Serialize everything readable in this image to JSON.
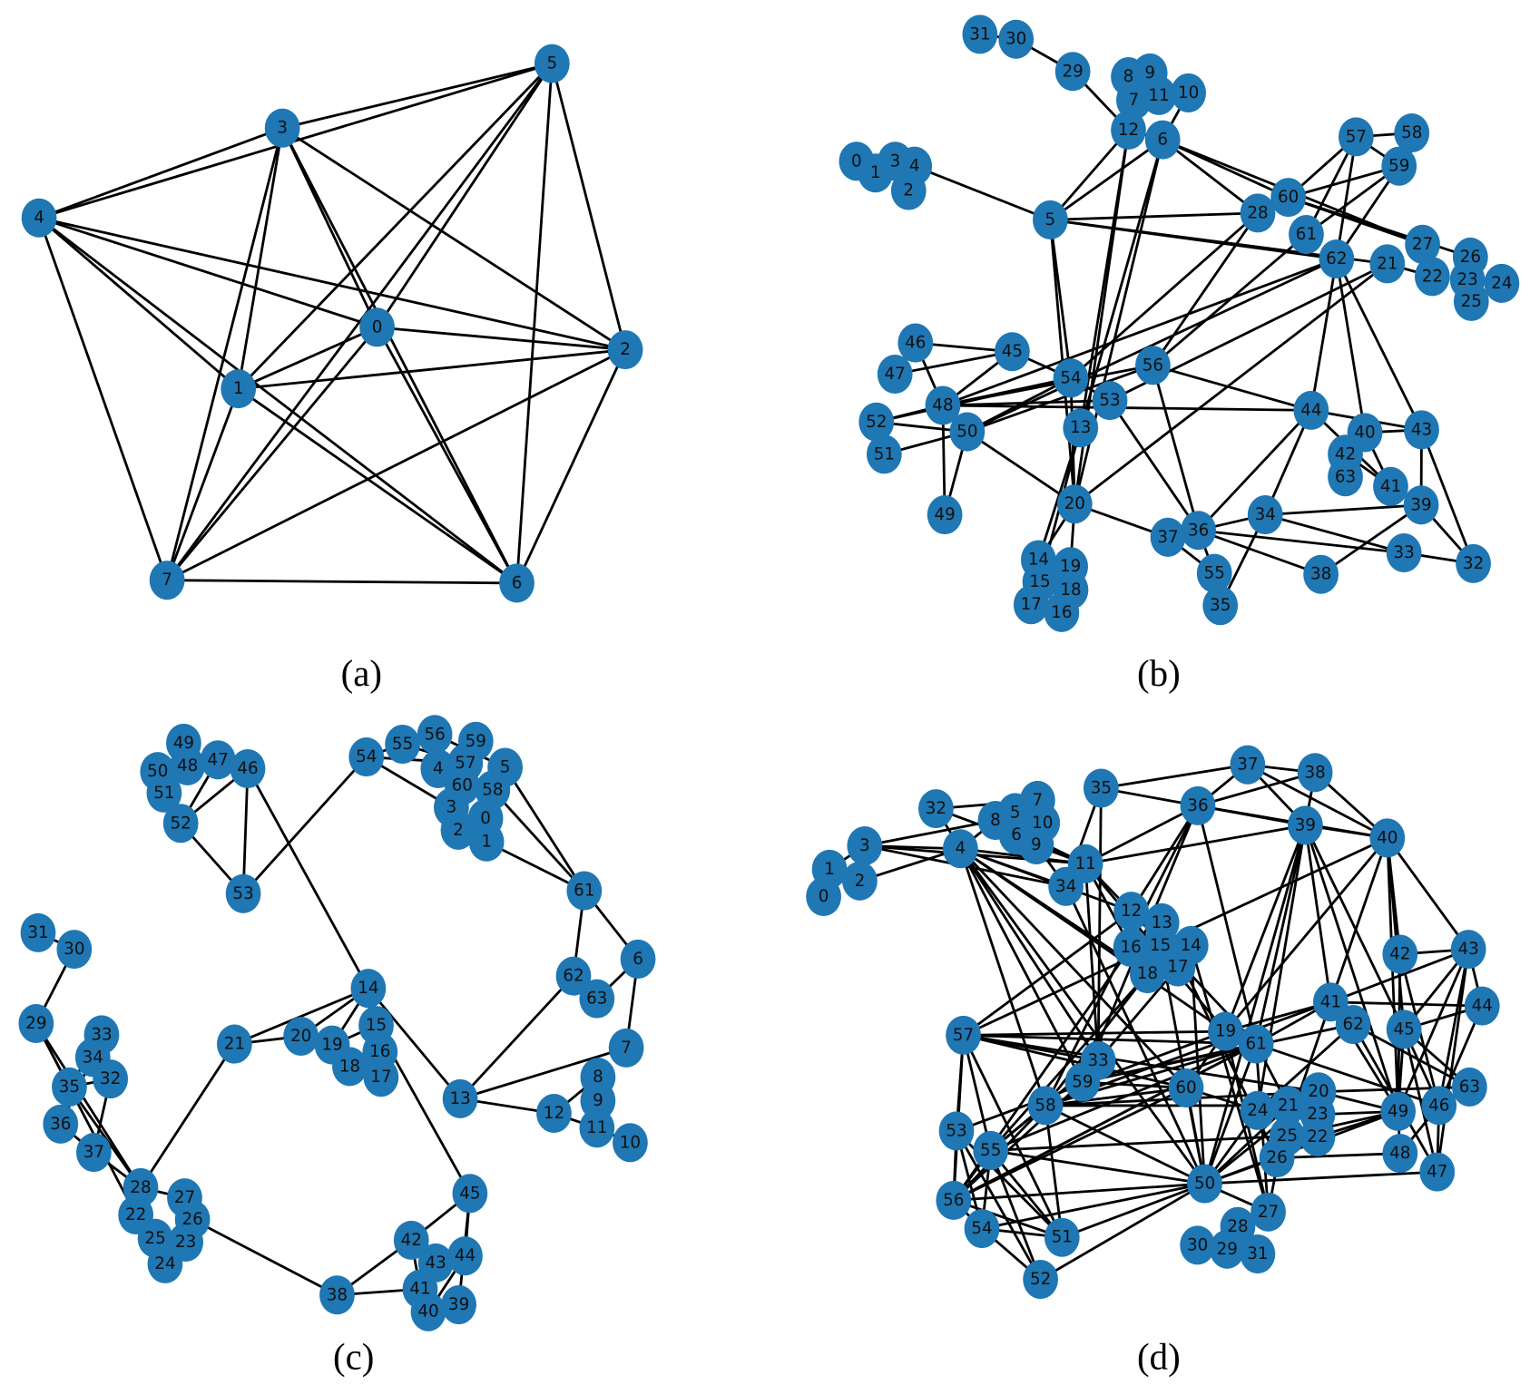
{
  "panels": [
    {
      "caption": "(a)",
      "nodes": [
        "0",
        "1",
        "2",
        "3",
        "4",
        "5",
        "6",
        "7"
      ],
      "edges": [
        [
          4,
          3
        ],
        [
          4,
          5
        ],
        [
          3,
          5
        ],
        [
          4,
          0
        ],
        [
          4,
          2
        ],
        [
          4,
          1
        ],
        [
          4,
          6
        ],
        [
          4,
          7
        ],
        [
          3,
          1
        ],
        [
          3,
          7
        ],
        [
          3,
          0
        ],
        [
          3,
          6
        ],
        [
          3,
          2
        ],
        [
          5,
          1
        ],
        [
          5,
          7
        ],
        [
          5,
          0
        ],
        [
          5,
          6
        ],
        [
          5,
          2
        ],
        [
          0,
          2
        ],
        [
          0,
          1
        ],
        [
          0,
          6
        ],
        [
          0,
          7
        ],
        [
          1,
          2
        ],
        [
          1,
          6
        ],
        [
          1,
          7
        ],
        [
          2,
          7
        ],
        [
          2,
          6
        ],
        [
          7,
          6
        ]
      ]
    },
    {
      "caption": "(b)",
      "nodes": [
        "0",
        "1",
        "2",
        "3",
        "4",
        "5",
        "6",
        "7",
        "8",
        "9",
        "10",
        "11",
        "12",
        "13",
        "14",
        "15",
        "16",
        "17",
        "18",
        "19",
        "20",
        "21",
        "22",
        "23",
        "24",
        "25",
        "26",
        "27",
        "28",
        "29",
        "30",
        "31",
        "32",
        "33",
        "34",
        "35",
        "36",
        "37",
        "38",
        "39",
        "40",
        "41",
        "42",
        "43",
        "44",
        "45",
        "46",
        "47",
        "48",
        "49",
        "50",
        "51",
        "52",
        "53",
        "54",
        "55",
        "56",
        "57",
        "58",
        "59",
        "60",
        "61",
        "62",
        "63"
      ],
      "edges": [
        [
          31,
          30
        ],
        [
          30,
          29
        ],
        [
          29,
          12
        ],
        [
          4,
          5
        ],
        [
          12,
          5
        ],
        [
          6,
          5
        ],
        [
          12,
          13
        ],
        [
          12,
          20
        ],
        [
          6,
          13
        ],
        [
          6,
          20
        ],
        [
          6,
          28
        ],
        [
          6,
          60
        ],
        [
          6,
          27
        ],
        [
          5,
          28
        ],
        [
          5,
          21
        ],
        [
          5,
          62
        ],
        [
          5,
          54
        ],
        [
          5,
          20
        ],
        [
          60,
          57
        ],
        [
          60,
          59
        ],
        [
          60,
          27
        ],
        [
          61,
          57
        ],
        [
          61,
          59
        ],
        [
          62,
          57
        ],
        [
          62,
          59
        ],
        [
          57,
          58
        ],
        [
          57,
          59
        ],
        [
          28,
          56
        ],
        [
          28,
          54
        ],
        [
          61,
          56
        ],
        [
          62,
          48
        ],
        [
          62,
          50
        ],
        [
          21,
          20
        ],
        [
          21,
          53
        ],
        [
          21,
          22
        ],
        [
          60,
          26
        ],
        [
          62,
          44
        ],
        [
          62,
          40
        ],
        [
          62,
          43
        ],
        [
          46,
          45
        ],
        [
          46,
          48
        ],
        [
          47,
          45
        ],
        [
          48,
          54
        ],
        [
          48,
          56
        ],
        [
          48,
          53
        ],
        [
          48,
          45
        ],
        [
          48,
          44
        ],
        [
          52,
          48
        ],
        [
          52,
          54
        ],
        [
          52,
          50
        ],
        [
          51,
          50
        ],
        [
          50,
          54
        ],
        [
          50,
          56
        ],
        [
          50,
          20
        ],
        [
          50,
          49
        ],
        [
          48,
          49
        ],
        [
          54,
          20
        ],
        [
          54,
          53
        ],
        [
          13,
          14
        ],
        [
          13,
          15
        ],
        [
          20,
          19
        ],
        [
          20,
          14
        ],
        [
          20,
          37
        ],
        [
          53,
          36
        ],
        [
          56,
          36
        ],
        [
          56,
          44
        ],
        [
          44,
          36
        ],
        [
          44,
          34
        ],
        [
          44,
          41
        ],
        [
          44,
          43
        ],
        [
          40,
          41
        ],
        [
          40,
          43
        ],
        [
          42,
          41
        ],
        [
          43,
          39
        ],
        [
          43,
          32
        ],
        [
          39,
          34
        ],
        [
          39,
          38
        ],
        [
          39,
          32
        ],
        [
          34,
          33
        ],
        [
          34,
          35
        ],
        [
          36,
          33
        ],
        [
          36,
          55
        ],
        [
          36,
          38
        ],
        [
          33,
          32
        ],
        [
          37,
          55
        ],
        [
          37,
          34
        ],
        [
          45,
          54
        ],
        [
          12,
          6
        ],
        [
          7,
          12
        ],
        [
          6,
          10
        ]
      ]
    },
    {
      "caption": "(c)",
      "nodes": [
        "0",
        "1",
        "2",
        "3",
        "4",
        "5",
        "6",
        "7",
        "8",
        "9",
        "10",
        "11",
        "12",
        "13",
        "14",
        "15",
        "16",
        "17",
        "18",
        "19",
        "20",
        "21",
        "22",
        "23",
        "24",
        "25",
        "26",
        "27",
        "28",
        "29",
        "30",
        "31",
        "32",
        "33",
        "34",
        "35",
        "36",
        "37",
        "38",
        "39",
        "40",
        "41",
        "42",
        "43",
        "44",
        "45",
        "46",
        "47",
        "48",
        "49",
        "50",
        "51",
        "52",
        "53",
        "54",
        "55",
        "56",
        "57",
        "58",
        "59",
        "60",
        "61",
        "62",
        "63"
      ],
      "edges": [
        [
          31,
          30
        ],
        [
          30,
          29
        ],
        [
          29,
          35
        ],
        [
          29,
          28
        ],
        [
          29,
          22
        ],
        [
          35,
          33
        ],
        [
          35,
          32
        ],
        [
          36,
          34
        ],
        [
          37,
          32
        ],
        [
          37,
          28
        ],
        [
          35,
          28
        ],
        [
          36,
          37
        ],
        [
          28,
          21
        ],
        [
          28,
          27
        ],
        [
          26,
          38
        ],
        [
          38,
          42
        ],
        [
          38,
          41
        ],
        [
          42,
          45
        ],
        [
          42,
          41
        ],
        [
          45,
          44
        ],
        [
          45,
          39
        ],
        [
          44,
          43
        ],
        [
          44,
          40
        ],
        [
          21,
          20
        ],
        [
          21,
          14
        ],
        [
          20,
          14
        ],
        [
          19,
          14
        ],
        [
          19,
          15
        ],
        [
          14,
          46
        ],
        [
          14,
          13
        ],
        [
          15,
          45
        ],
        [
          13,
          62
        ],
        [
          13,
          7
        ],
        [
          13,
          12
        ],
        [
          12,
          8
        ],
        [
          12,
          11
        ],
        [
          11,
          10
        ],
        [
          6,
          7
        ],
        [
          6,
          63
        ],
        [
          61,
          6
        ],
        [
          61,
          62
        ],
        [
          61,
          5
        ],
        [
          61,
          58
        ],
        [
          61,
          1
        ],
        [
          54,
          53
        ],
        [
          54,
          55
        ],
        [
          54,
          57
        ],
        [
          54,
          3
        ],
        [
          53,
          52
        ],
        [
          53,
          46
        ],
        [
          46,
          52
        ],
        [
          47,
          52
        ],
        [
          55,
          57
        ],
        [
          56,
          5
        ]
      ]
    },
    {
      "caption": "(d)",
      "nodes": [
        "0",
        "1",
        "2",
        "3",
        "4",
        "5",
        "6",
        "7",
        "8",
        "9",
        "10",
        "11",
        "12",
        "13",
        "14",
        "15",
        "16",
        "17",
        "18",
        "19",
        "20",
        "21",
        "22",
        "23",
        "24",
        "25",
        "26",
        "27",
        "28",
        "29",
        "30",
        "31",
        "32",
        "33",
        "34",
        "35",
        "36",
        "37",
        "38",
        "39",
        "40",
        "41",
        "42",
        "43",
        "44",
        "45",
        "46",
        "47",
        "48",
        "49",
        "50",
        "51",
        "52",
        "53",
        "54",
        "55",
        "56",
        "57",
        "58",
        "59",
        "60",
        "61",
        "62",
        "63"
      ],
      "edges": [
        [
          0,
          1
        ],
        [
          1,
          3
        ],
        [
          2,
          3
        ],
        [
          3,
          4
        ],
        [
          3,
          8
        ],
        [
          3,
          11
        ],
        [
          3,
          34
        ],
        [
          2,
          4
        ],
        [
          32,
          7
        ],
        [
          32,
          11
        ],
        [
          32,
          4
        ],
        [
          4,
          8
        ],
        [
          4,
          11
        ],
        [
          4,
          34
        ],
        [
          4,
          12
        ],
        [
          4,
          19
        ],
        [
          4,
          33
        ],
        [
          4,
          58
        ],
        [
          4,
          59
        ],
        [
          4,
          60
        ],
        [
          4,
          18
        ],
        [
          4,
          50
        ],
        [
          6,
          11
        ],
        [
          9,
          34
        ],
        [
          8,
          11
        ],
        [
          35,
          37
        ],
        [
          35,
          36
        ],
        [
          35,
          33
        ],
        [
          35,
          34
        ],
        [
          36,
          37
        ],
        [
          36,
          38
        ],
        [
          36,
          39
        ],
        [
          36,
          40
        ],
        [
          36,
          12
        ],
        [
          36,
          58
        ],
        [
          36,
          59
        ],
        [
          36,
          61
        ],
        [
          36,
          11
        ],
        [
          37,
          38
        ],
        [
          37,
          39
        ],
        [
          37,
          40
        ],
        [
          38,
          39
        ],
        [
          38,
          40
        ],
        [
          39,
          40
        ],
        [
          39,
          41
        ],
        [
          39,
          45
        ],
        [
          39,
          49
        ],
        [
          39,
          61
        ],
        [
          39,
          19
        ],
        [
          39,
          50
        ],
        [
          39,
          24
        ],
        [
          39,
          11
        ],
        [
          40,
          42
        ],
        [
          40,
          43
        ],
        [
          40,
          45
        ],
        [
          40,
          49
        ],
        [
          40,
          57
        ],
        [
          40,
          26
        ],
        [
          40,
          19
        ],
        [
          11,
          12
        ],
        [
          11,
          19
        ],
        [
          11,
          33
        ],
        [
          11,
          16
        ],
        [
          34,
          50
        ],
        [
          12,
          61
        ],
        [
          12,
          57
        ],
        [
          13,
          26
        ],
        [
          14,
          27
        ],
        [
          14,
          50
        ],
        [
          18,
          58
        ],
        [
          18,
          55
        ],
        [
          17,
          33
        ],
        [
          16,
          56
        ],
        [
          15,
          50
        ],
        [
          42,
          43
        ],
        [
          42,
          46
        ],
        [
          42,
          49
        ],
        [
          43,
          41
        ],
        [
          43,
          44
        ],
        [
          43,
          45
        ],
        [
          43,
          46
        ],
        [
          43,
          49
        ],
        [
          43,
          47
        ],
        [
          44,
          45
        ],
        [
          44,
          46
        ],
        [
          41,
          62
        ],
        [
          41,
          19
        ],
        [
          41,
          61
        ],
        [
          41,
          44
        ],
        [
          41,
          58
        ],
        [
          41,
          49
        ],
        [
          45,
          49
        ],
        [
          45,
          46
        ],
        [
          45,
          47
        ],
        [
          62,
          63
        ],
        [
          62,
          24
        ],
        [
          62,
          59
        ],
        [
          62,
          47
        ],
        [
          61,
          50
        ],
        [
          61,
          56
        ],
        [
          61,
          55
        ],
        [
          61,
          58
        ],
        [
          61,
          27
        ],
        [
          19,
          53
        ],
        [
          19,
          60
        ],
        [
          19,
          27
        ],
        [
          57,
          19
        ],
        [
          57,
          60
        ],
        [
          57,
          53
        ],
        [
          57,
          55
        ],
        [
          57,
          56
        ],
        [
          57,
          51
        ],
        [
          57,
          33
        ],
        [
          57,
          61
        ],
        [
          57,
          20
        ],
        [
          33,
          59
        ],
        [
          33,
          55
        ],
        [
          59,
          60
        ],
        [
          59,
          61
        ],
        [
          59,
          56
        ],
        [
          60,
          50
        ],
        [
          60,
          24
        ],
        [
          60,
          58
        ],
        [
          58,
          20
        ],
        [
          58,
          21
        ],
        [
          58,
          51
        ],
        [
          58,
          50
        ],
        [
          58,
          56
        ],
        [
          58,
          55
        ],
        [
          53,
          56
        ],
        [
          53,
          54
        ],
        [
          53,
          51
        ],
        [
          53,
          52
        ],
        [
          55,
          56
        ],
        [
          55,
          54
        ],
        [
          55,
          50
        ],
        [
          55,
          51
        ],
        [
          55,
          52
        ],
        [
          55,
          25
        ],
        [
          56,
          50
        ],
        [
          56,
          54
        ],
        [
          56,
          51
        ],
        [
          56,
          60
        ],
        [
          56,
          61
        ],
        [
          54,
          51
        ],
        [
          54,
          52
        ],
        [
          54,
          50
        ],
        [
          51,
          50
        ],
        [
          52,
          50
        ],
        [
          50,
          24
        ],
        [
          50,
          21
        ],
        [
          50,
          20
        ],
        [
          50,
          27
        ],
        [
          50,
          47
        ],
        [
          50,
          49
        ],
        [
          50,
          26
        ],
        [
          49,
          20
        ],
        [
          49,
          23
        ],
        [
          49,
          22
        ],
        [
          49,
          25
        ],
        [
          46,
          63
        ],
        [
          46,
          48
        ],
        [
          46,
          47
        ],
        [
          49,
          48
        ],
        [
          63,
          20
        ],
        [
          63,
          45
        ],
        [
          48,
          26
        ],
        [
          27,
          28
        ],
        [
          27,
          21
        ],
        [
          61,
          21
        ],
        [
          61,
          46
        ]
      ]
    }
  ],
  "colors": {
    "node": "#1f77b4",
    "edge": "#000000",
    "label": "#111111"
  }
}
